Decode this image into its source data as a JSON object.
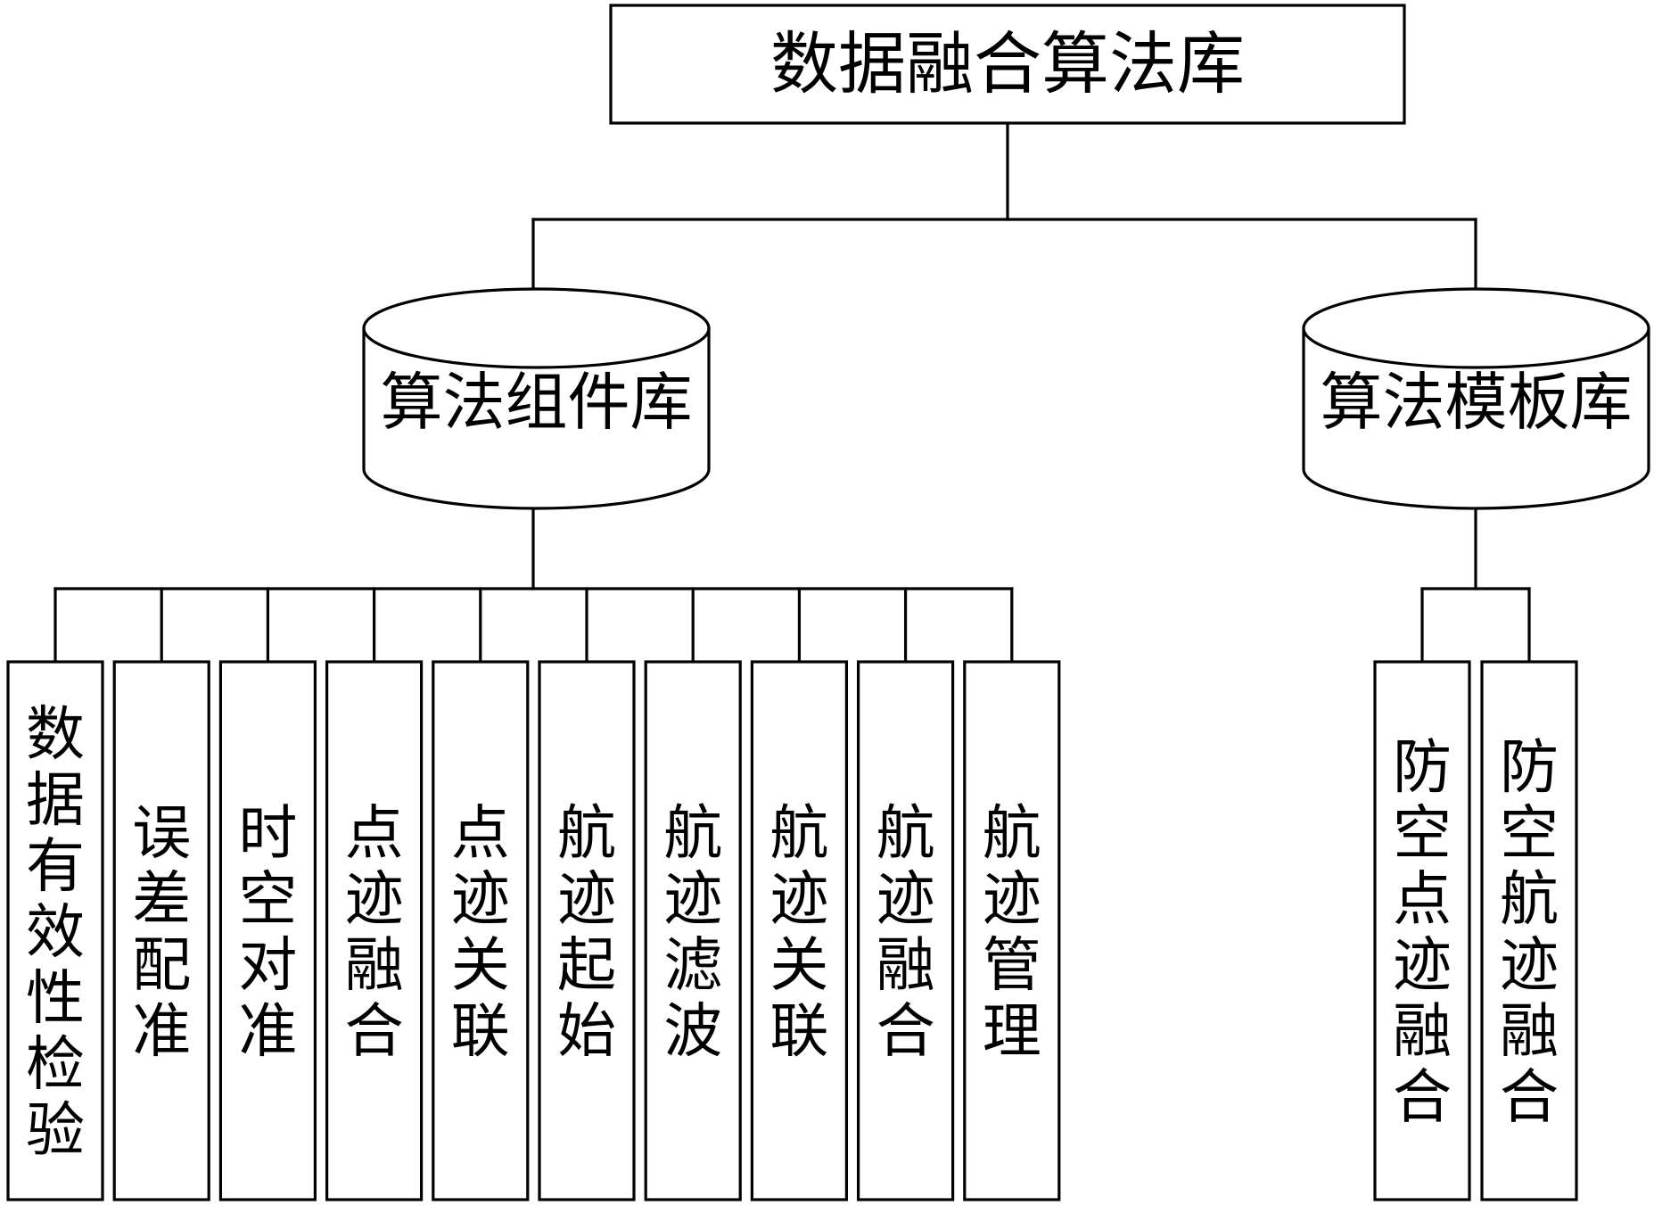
{
  "root": {
    "label": "数据融合算法库"
  },
  "libraries": [
    {
      "label": "算法组件库",
      "items": [
        "数据有效性检验",
        "误差配准",
        "时空对准",
        "点迹融合",
        "点迹关联",
        "航迹起始",
        "航迹滤波",
        "航迹关联",
        "航迹融合",
        "航迹管理"
      ]
    },
    {
      "label": "算法模板库",
      "items": [
        "防空点迹融合",
        "防空航迹融合"
      ]
    }
  ],
  "style": {
    "stroke": "#000000",
    "fill": "#ffffff",
    "text": "#000000"
  }
}
